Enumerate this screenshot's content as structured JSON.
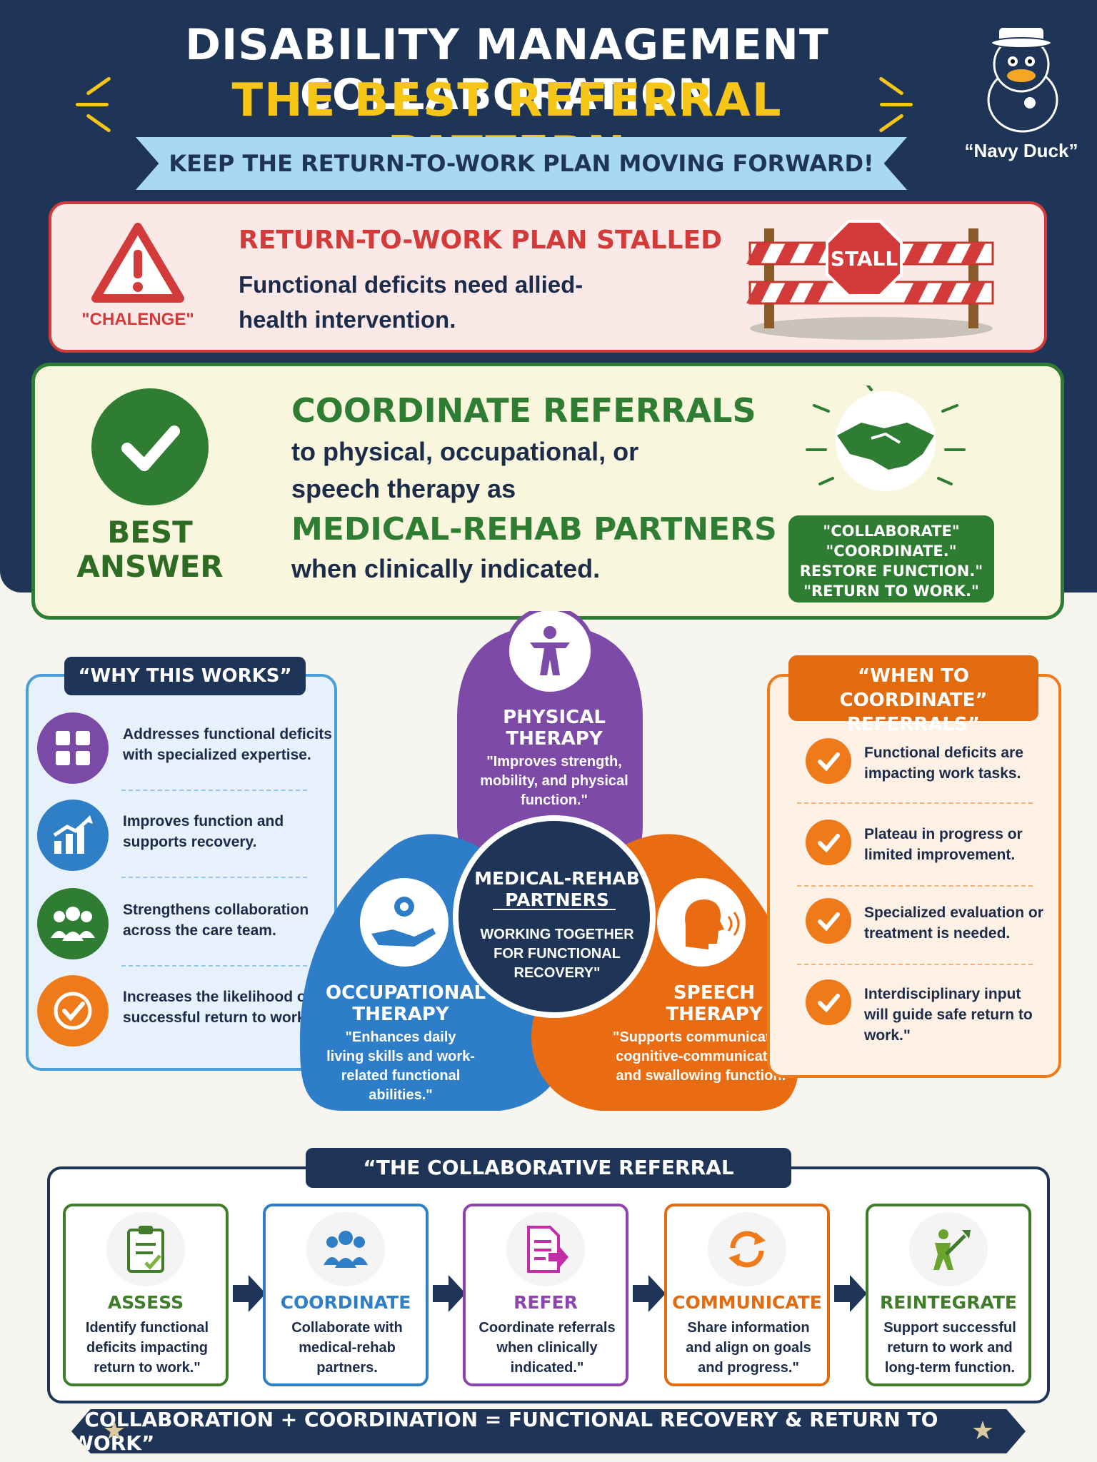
{
  "header": {
    "title": "DISABILITY MANAGEMENT COLLABORATION",
    "subtitle": "THE BEST REFERRAL PATTERN",
    "banner": "KEEP THE RETURN-TO-WORK PLAN MOVING FORWARD!",
    "mascot_label": "“Navy Duck”"
  },
  "challenge": {
    "label": "\"CHALENGE\"",
    "title": "RETURN-TO-WORK PLAN STALLED",
    "text": "Functional deficits need allied-health intervention.",
    "sign": "STALL"
  },
  "best": {
    "label_line1": "BEST",
    "label_line2": "ANSWER",
    "title": "COORDINATE REFERRALS",
    "line1": "to physical, occupational, or",
    "line2": "speech therapy as",
    "partners": "MEDICAL-REHAB PARTNERS",
    "line3": "when clinically indicated.",
    "collab": [
      "\"COLLABORATE\"",
      "\"COORDINATE.\"",
      "RESTORE FUNCTION.\"",
      "\"RETURN TO WORK.\""
    ]
  },
  "why": {
    "heading": "“WHY THIS WORKS”",
    "items": [
      {
        "text": "Addresses functional deficits with specialized expertise.",
        "icon": "puzzle-icon"
      },
      {
        "text": "Improves function and supports recovery.",
        "icon": "growth-chart-icon"
      },
      {
        "text": "Strengthens collaboration across the care team.",
        "icon": "team-icon"
      },
      {
        "text": "Increases the likelihood of successful return to work.",
        "icon": "check-badge-icon"
      }
    ]
  },
  "when": {
    "heading": "“WHEN TO COORDINATE” REFERRALS”",
    "items": [
      "Functional deficits are impacting work tasks.",
      "Plateau in progress or limited improvement.",
      "Specialized evaluation or treatment is needed.",
      "Interdisciplinary input will guide safe return to work.\""
    ]
  },
  "therapies": {
    "pt_title": "PHYSICAL THERAPY",
    "pt_text": "\"Improves strength, mobility, and physical function.\"",
    "ot_title": "OCCUPATIONAL THERAPY",
    "ot_text": "\"Enhances daily living skills and work-related functional abilities.\"",
    "st_title": "SPEECH THERAPY",
    "st_text": "\"Supports communication, cognitive-communication, and swallowing function.\"",
    "center_title": "MEDICAL-REHAB PARTNERS",
    "center_text": "WORKING TOGETHER FOR FUNCTIONAL RECOVERY\""
  },
  "process": {
    "heading": "“THE COLLABORATIVE REFERRAL PROCESS”",
    "steps": [
      {
        "title": "ASSESS",
        "text": "Identify functional deficits impacting return to work.\"",
        "color": "#3f7d2b"
      },
      {
        "title": "COORDINATE",
        "text": "Collaborate with medical-rehab partners.",
        "color": "#2f7fc6"
      },
      {
        "title": "REFER",
        "text": "Coordinate referrals when clinically indicated.\"",
        "color": "#8e44ad"
      },
      {
        "title": "COMMUNICATE",
        "text": "Share information and align on goals and progress.\"",
        "color": "#e26b10"
      },
      {
        "title": "REINTEGRATE",
        "text": "Support successful return to work and long-term function.",
        "color": "#3f7d2b"
      }
    ]
  },
  "footer": "“COLLABORATION + COORDINATION = FUNCTIONAL RECOVERY & RETURN TO WORK”"
}
